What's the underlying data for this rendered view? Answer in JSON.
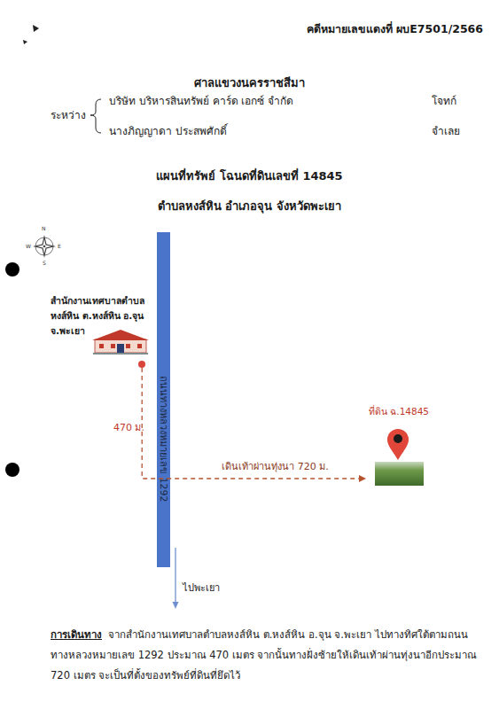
{
  "diagram": {
    "title": "แผนที่ทรัพย์ โฉนดที่ดินเลขที่ 14845",
    "nodes": [
      {
        "text": [
          "สำนักงานเทศบาลตำบลหงส์หิน ต.หงส์หิน อ.จุน จ.พะเยา"
        ]
      },
      {
        "text": [
          "ถนนทางหลวงหมายเลข 1292"
        ]
      },
      {
        "text": [
          "ที่ดิน ฉ.14845"
        ]
      }
    ],
    "edges": [
      {
        "from": 0,
        "to": 2,
        "arrow": "to",
        "label": "เดินเท้าผ่านทุ่งนา 720 ม."
      }
    ],
    "labels": [
      "คดีหมายเลขแดงที่ ผบE7501/2566",
      "ศาลแขวงนครราชสีมา",
      "ระหว่าง",
      "บริษัท บริหารสินทรัพย์ คาร์ด เอกซ์ จำกัด",
      "โจทก์",
      "นางภิญญาดา ประสพศักดิ์",
      "จำเลย",
      "ตำบลหงส์หิน อำเภอจุน จังหวัดพะเยา",
      "N",
      "E",
      "S",
      "W",
      "470 ม.",
      "ไปพะเยา",
      "การเดินทาง",
      "จากสำนักงานเทศบาลตำบลหงส์หิน ต.หงส์หิน อ.จุน จ.พะเยา ไปทางทิศใต้ตามถนนทางหลวงหมายเลข 1292 ประมาณ 470 เมตร จากนั้นทางฝั่งซ้ายให้เดินเท้าผ่านทุ่งนาอีกประมาณ 720 เมตร จะเป็นที่ตั้งของทรัพย์ที่ดินที่ยึดไว้"
    ]
  }
}
